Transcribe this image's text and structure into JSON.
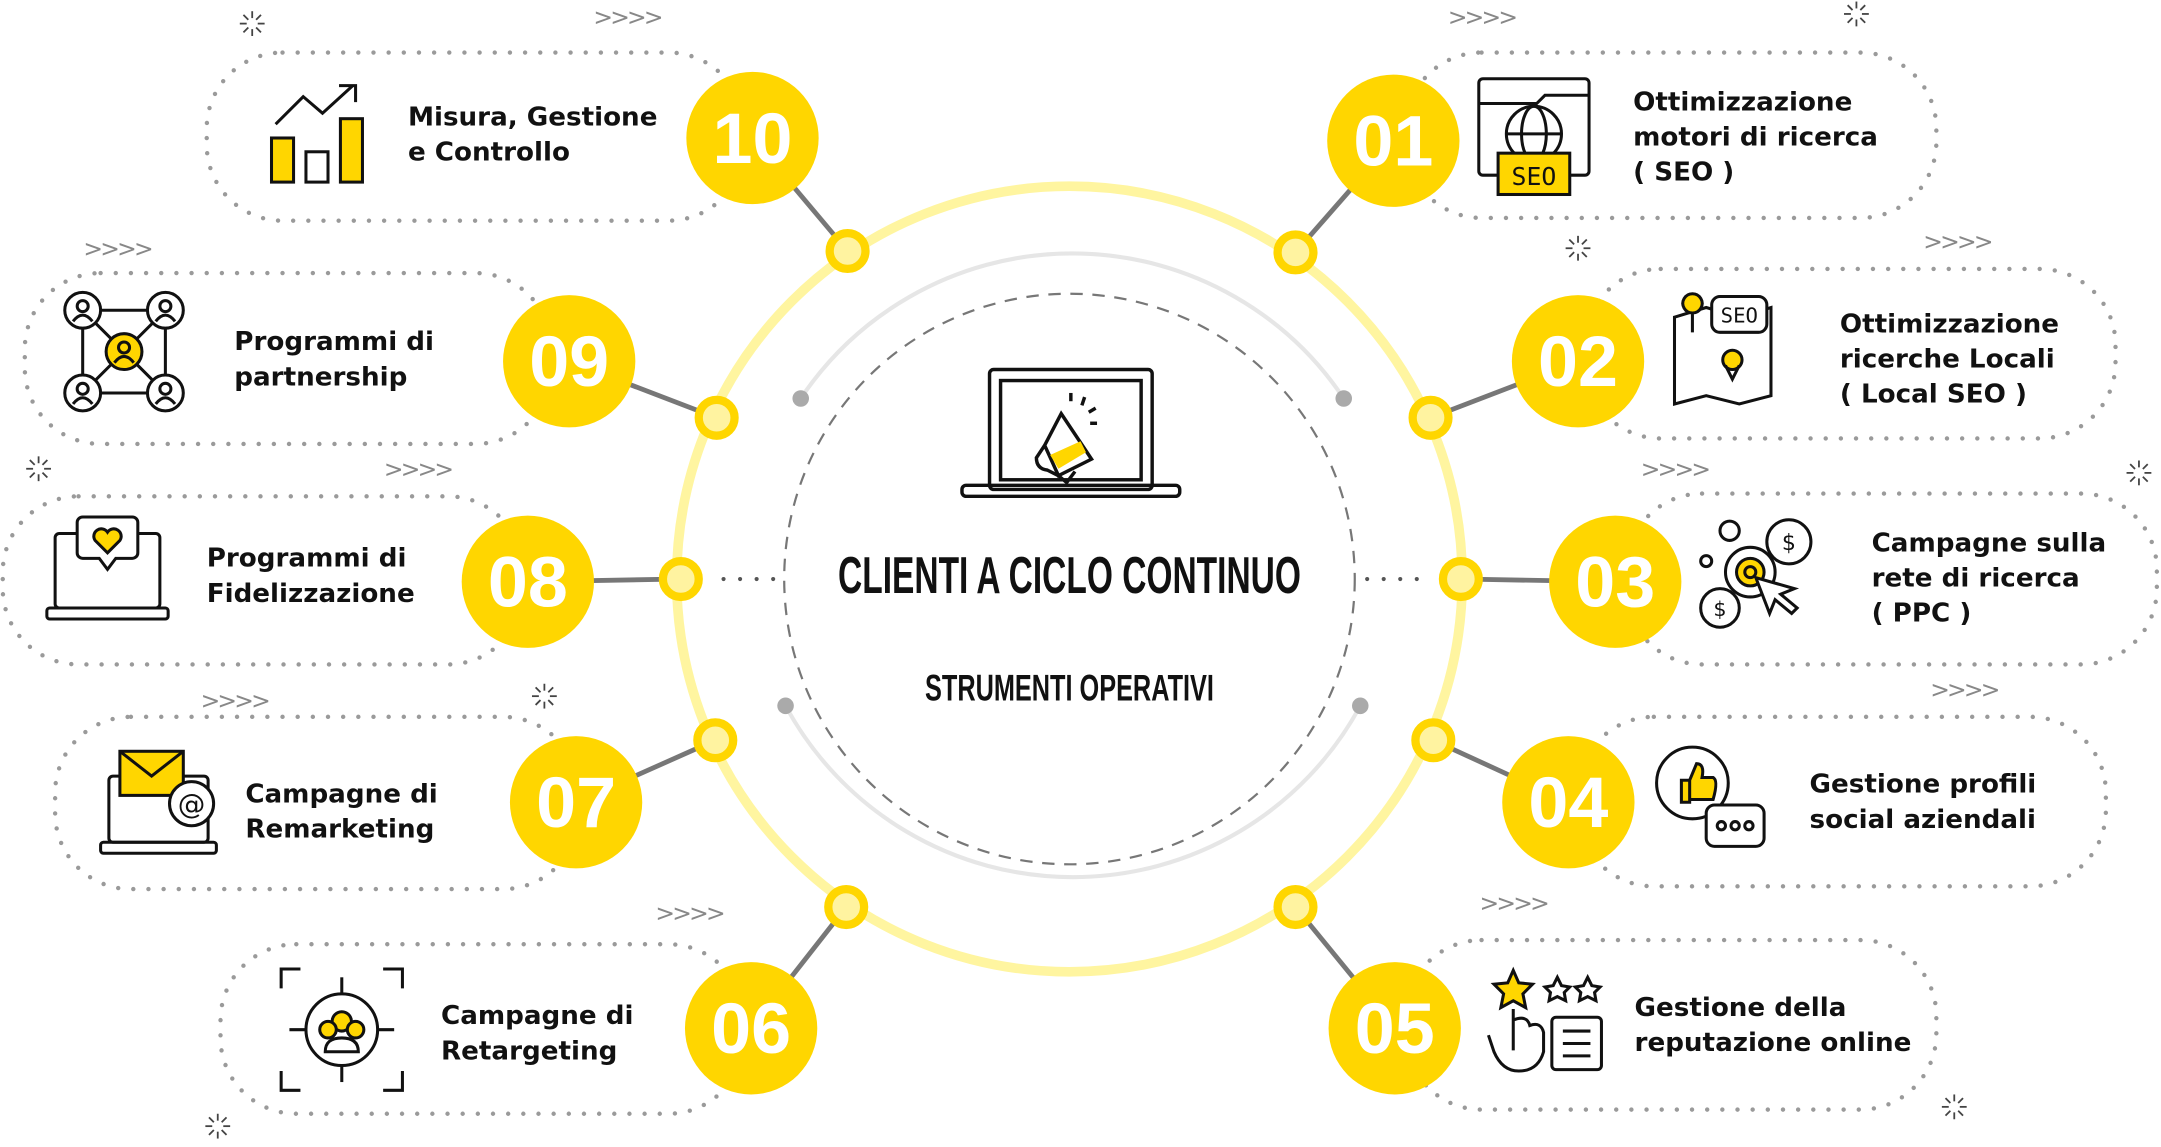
{
  "title": "CLIENTI A CICLO CONTINUO",
  "subtitle": "STRUMENTI OPERATIVI",
  "colors": {
    "accent": "#FFD600",
    "ring": "#FFF5A0",
    "node_fill": "#FFF3A0",
    "line": "#777777",
    "dots": "#9a9a9a"
  },
  "chevrons": ">>>>",
  "items": [
    {
      "number": "01",
      "icon": "seo-browser-icon",
      "lines": [
        "Ottimizzazione",
        "motori di ricerca",
        "( SEO )"
      ],
      "icon_text": "SEO"
    },
    {
      "number": "02",
      "icon": "local-seo-map-icon",
      "lines": [
        "Ottimizzazione",
        "ricerche Locali",
        "( Local SEO )"
      ],
      "icon_text": "SEO"
    },
    {
      "number": "03",
      "icon": "ppc-target-icon",
      "lines": [
        "Campagne sulla",
        "rete di ricerca",
        "( PPC )"
      ]
    },
    {
      "number": "04",
      "icon": "social-like-chat-icon",
      "lines": [
        "Gestione profili",
        "social aziendali"
      ]
    },
    {
      "number": "05",
      "icon": "star-rating-icon",
      "lines": [
        "Gestione della",
        "reputazione online"
      ]
    },
    {
      "number": "06",
      "icon": "target-audience-icon",
      "lines": [
        "Campagne di",
        "Retargeting"
      ]
    },
    {
      "number": "07",
      "icon": "email-laptop-icon",
      "lines": [
        "Campagne di",
        "Remarketing"
      ]
    },
    {
      "number": "08",
      "icon": "loyalty-heart-laptop-icon",
      "lines": [
        "Programmi di",
        "Fidelizzazione"
      ]
    },
    {
      "number": "09",
      "icon": "partnership-network-icon",
      "lines": [
        "Programmi di",
        "partnership"
      ]
    },
    {
      "number": "10",
      "icon": "growth-chart-icon",
      "lines": [
        "Misura, Gestione",
        "e Controllo"
      ]
    }
  ]
}
